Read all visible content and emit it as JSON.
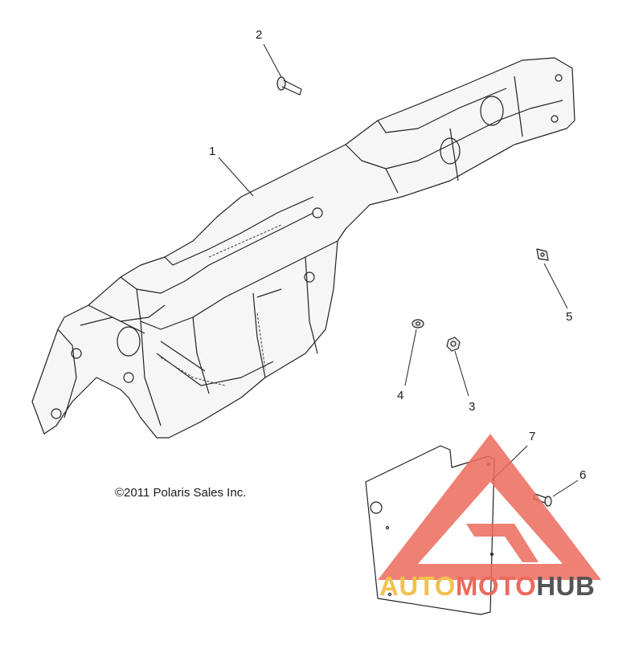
{
  "diagram": {
    "callouts": [
      {
        "id": "c1",
        "label": "1"
      },
      {
        "id": "c2",
        "label": "2"
      },
      {
        "id": "c3",
        "label": "3"
      },
      {
        "id": "c4",
        "label": "4"
      },
      {
        "id": "c5",
        "label": "5"
      },
      {
        "id": "c6",
        "label": "6"
      },
      {
        "id": "c7",
        "label": "7"
      }
    ],
    "copyright": "©2011 Polaris Sales Inc."
  },
  "watermark": {
    "part1": "AUTO",
    "part2": "MOTO",
    "part3": "HUB",
    "colors": {
      "yellow": "#f2c14e",
      "red": "#ec6a5c",
      "gray": "#555555"
    }
  }
}
